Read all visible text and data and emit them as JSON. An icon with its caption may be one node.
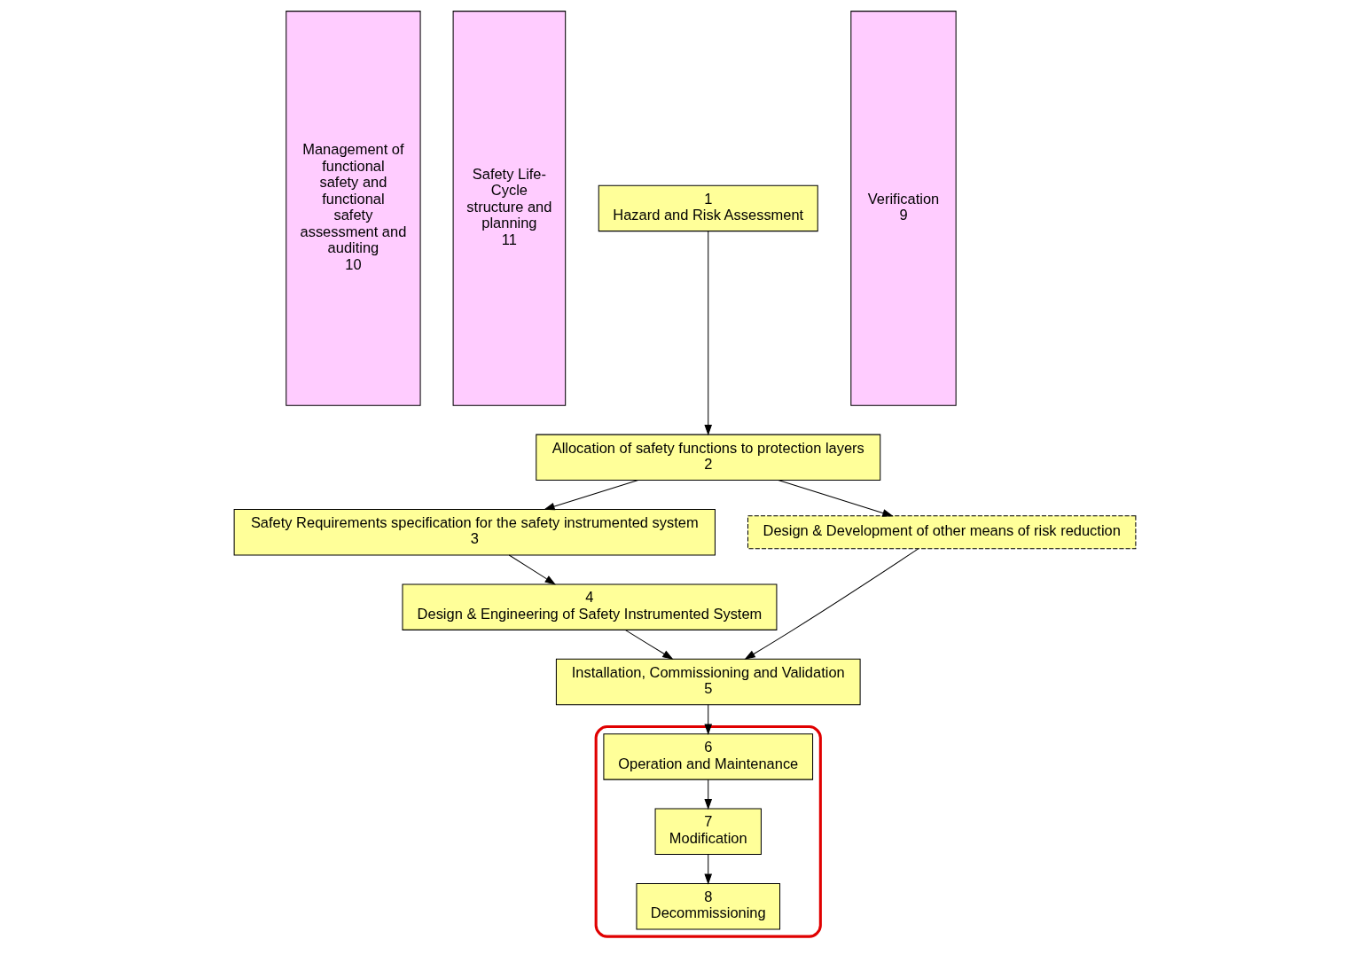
{
  "diagram": {
    "nodes": [
      {
        "text": [
          "Management of functional safety and functional safety assessment and auditing",
          "10"
        ]
      },
      {
        "text": [
          "Safety Life-Cycle structure and planning",
          "11"
        ]
      },
      {
        "text": [
          "1",
          "Hazard and Risk Assessment"
        ]
      },
      {
        "text": [
          "Allocation of safety functions to protection layers",
          "2"
        ]
      },
      {
        "text": [
          "Safety Requirements specification for the safety instrumented system",
          "3"
        ]
      },
      {
        "text": [
          "Design & Development of other means of risk reduction"
        ]
      },
      {
        "text": [
          "4",
          "Design & Engineering of Safety Instrumented System"
        ]
      },
      {
        "text": [
          "Installation, Commissioning and Validation",
          "5"
        ]
      },
      {
        "text": [],
        "shape": "ellipse"
      },
      {
        "text": [
          "6",
          "Operation and Maintenance"
        ],
        "in": 8
      },
      {
        "text": [
          "7",
          "Modification"
        ],
        "in": 8
      },
      {
        "text": [
          "8",
          "Decommissioning"
        ],
        "in": 8
      },
      {
        "text": [
          "Verification",
          "9"
        ]
      }
    ],
    "edges": [
      {
        "from": 2,
        "to": 3,
        "arrow": "to"
      },
      {
        "from": 3,
        "to": 4,
        "arrow": "to"
      },
      {
        "from": 3,
        "to": 5,
        "arrow": "to"
      },
      {
        "from": 4,
        "to": 6,
        "arrow": "to"
      },
      {
        "from": 6,
        "to": 7,
        "arrow": "to"
      },
      {
        "from": 5,
        "to": 7,
        "arrow": "to"
      },
      {
        "from": 7,
        "to": 9,
        "arrow": "to"
      },
      {
        "from": 9,
        "to": 10,
        "arrow": "to"
      },
      {
        "from": 10,
        "to": 11,
        "arrow": "to"
      }
    ]
  }
}
